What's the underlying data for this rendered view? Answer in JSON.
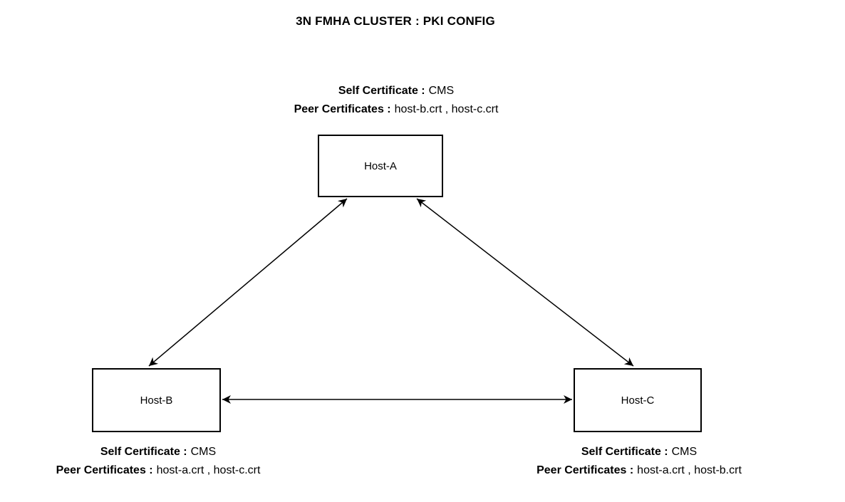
{
  "title": "3N FMHA CLUSTER : PKI CONFIG",
  "colors": {
    "stroke": "#000000",
    "background": "#ffffff"
  },
  "nodes": [
    {
      "id": "host-a",
      "label": "Host-A",
      "note": {
        "self_label": "Self Certificate :",
        "self_value": "CMS",
        "peer_label": "Peer Certificates :",
        "peer_value": "host-b.crt , host-c.crt"
      }
    },
    {
      "id": "host-b",
      "label": "Host-B",
      "note": {
        "self_label": "Self Certificate :",
        "self_value": "CMS",
        "peer_label": "Peer Certificates :",
        "peer_value": "host-a.crt , host-c.crt"
      }
    },
    {
      "id": "host-c",
      "label": "Host-C",
      "note": {
        "self_label": "Self Certificate :",
        "self_value": "CMS",
        "peer_label": "Peer Certificates :",
        "peer_value": "host-a.crt , host-b.crt"
      }
    }
  ],
  "edges": [
    {
      "from": "Host-A",
      "to": "Host-B",
      "bidirectional": true
    },
    {
      "from": "Host-A",
      "to": "Host-C",
      "bidirectional": true
    },
    {
      "from": "Host-B",
      "to": "Host-C",
      "bidirectional": true
    }
  ]
}
